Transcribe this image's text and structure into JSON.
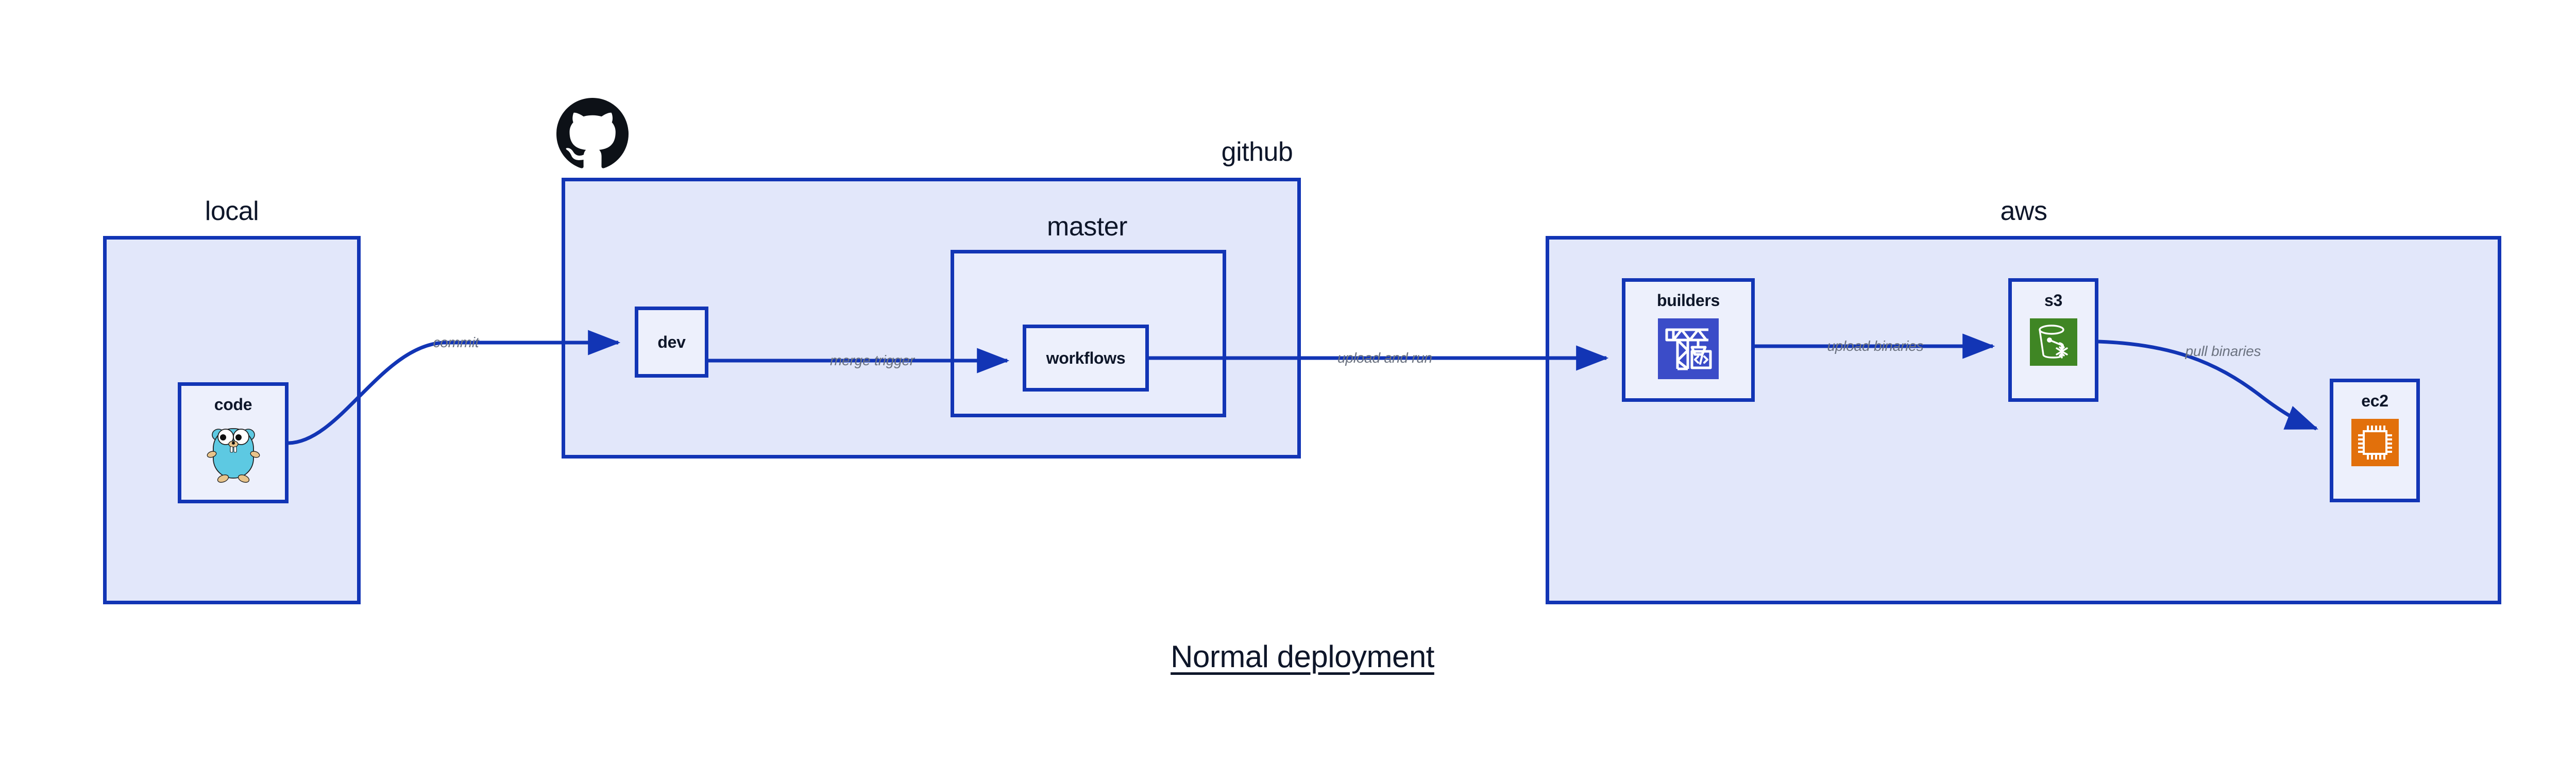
{
  "diagram": {
    "title": "Normal deployment",
    "background_color": "#ffffff",
    "accent_color": "#1235B5",
    "container_fill": "#E2E7FA",
    "node_fill": "#EDF0FC",
    "edge_label_color": "#6B7280",
    "text_color": "#0E1629"
  },
  "groups": [
    {
      "id": "local",
      "label": "local"
    },
    {
      "id": "github",
      "label": "github"
    },
    {
      "id": "master",
      "label": "master"
    },
    {
      "id": "aws",
      "label": "aws"
    }
  ],
  "nodes": [
    {
      "id": "code",
      "label": "code",
      "icon": "go-gopher-icon",
      "icon_color": "#5DC9E2"
    },
    {
      "id": "dev",
      "label": "dev",
      "icon": "none",
      "icon_color": ""
    },
    {
      "id": "workflows",
      "label": "workflows",
      "icon": "none",
      "icon_color": ""
    },
    {
      "id": "builders",
      "label": "builders",
      "icon": "crane-code-icon",
      "icon_color": "#3B4CC8"
    },
    {
      "id": "s3",
      "label": "s3",
      "icon": "s3-bucket-icon",
      "icon_color": "#3F8624"
    },
    {
      "id": "ec2",
      "label": "ec2",
      "icon": "cpu-chip-icon",
      "icon_color": "#E2700B"
    }
  ],
  "edges": [
    {
      "id": "commit",
      "label": "commit",
      "from": "code",
      "to": "dev"
    },
    {
      "id": "merge-trigger",
      "label": "merge trigger",
      "from": "dev",
      "to": "workflows"
    },
    {
      "id": "upload-and-run",
      "label": "upload and run",
      "from": "workflows",
      "to": "builders"
    },
    {
      "id": "upload-binaries",
      "label": "upload binaries",
      "from": "builders",
      "to": "s3"
    },
    {
      "id": "pull-binaries",
      "label": "pull binaries",
      "from": "s3",
      "to": "ec2"
    }
  ],
  "logos": [
    {
      "id": "github-octocat",
      "name": "github-octocat-icon",
      "color": "#0D1117"
    }
  ]
}
